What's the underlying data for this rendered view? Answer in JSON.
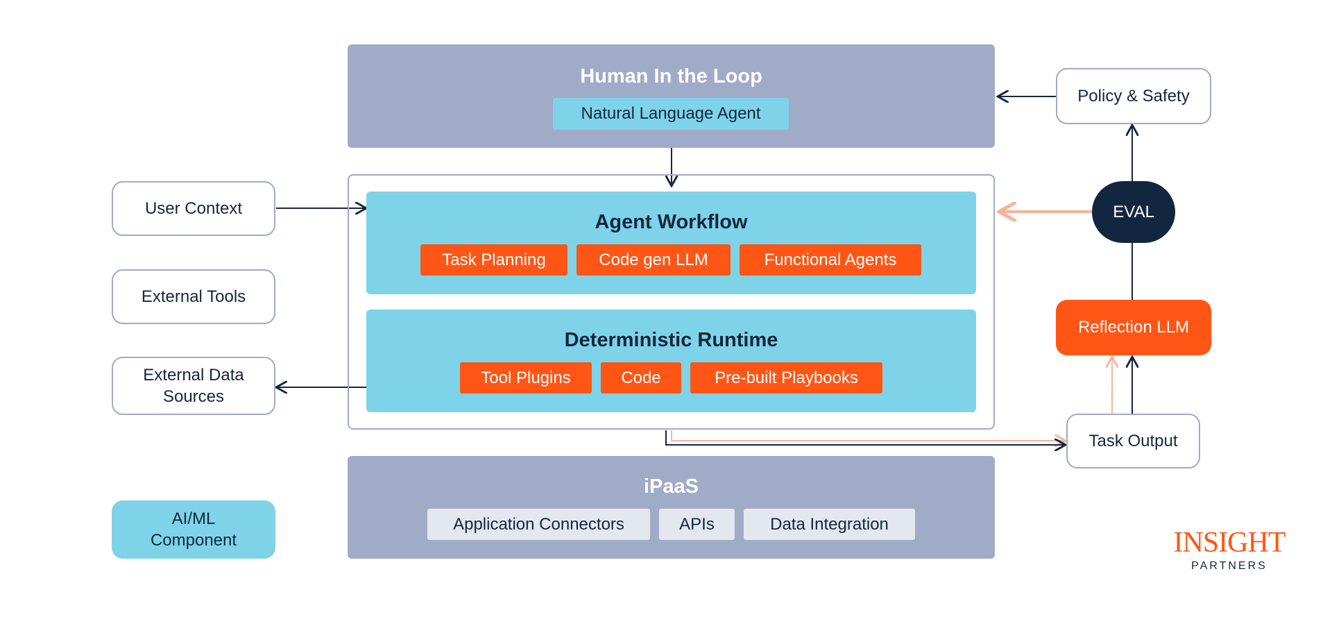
{
  "human_loop": {
    "title": "Human In the Loop",
    "agent_label": "Natural Language Agent"
  },
  "policy_safety": "Policy & Safety",
  "eval": "EVAL",
  "reflection_llm": "Reflection LLM",
  "task_output": "Task Output",
  "left_boxes": {
    "user_context": "User Context",
    "external_tools": "External Tools",
    "external_data_line1": "External Data",
    "external_data_line2": "Sources",
    "aiml_line1": "AI/ML",
    "aiml_line2": "Component"
  },
  "agent_workflow": {
    "title": "Agent Workflow",
    "items": [
      "Task Planning",
      "Code gen LLM",
      "Functional Agents"
    ]
  },
  "deterministic_runtime": {
    "title": "Deterministic Runtime",
    "items": [
      "Tool Plugins",
      "Code",
      "Pre-built Playbooks"
    ]
  },
  "ipaas": {
    "title": "iPaaS",
    "items": [
      "Application Connectors",
      "APIs",
      "Data Integration"
    ]
  },
  "logo": {
    "word1": "INSIGHT",
    "word2": "PARTNERS"
  },
  "colors": {
    "navy": "#13263f",
    "band": "#a0abc7",
    "cyan": "#7fd3e8",
    "orange": "#ff5616",
    "light_chip": "#e3e8ef",
    "salmon": "#f7b49b"
  }
}
